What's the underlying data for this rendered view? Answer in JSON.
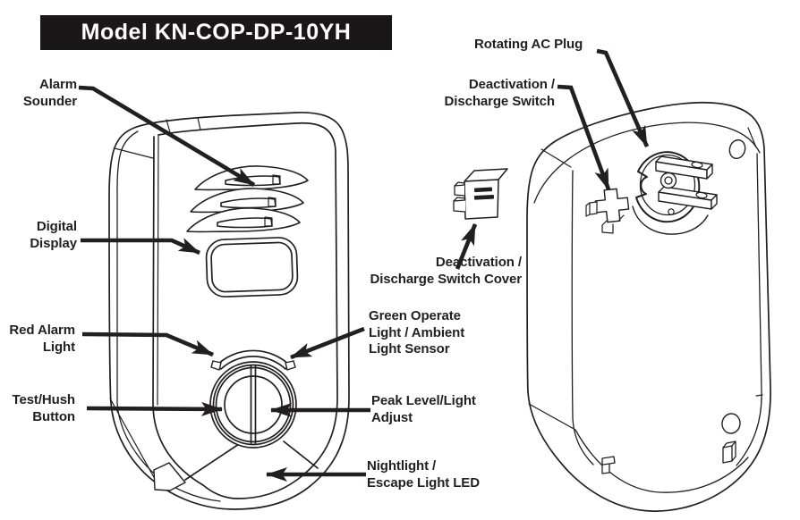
{
  "title": "Model KN-COP-DP-10YH",
  "colors": {
    "ink": "#231f20",
    "title_bg": "#1b1718",
    "title_text": "#ffffff",
    "background": "#ffffff"
  },
  "labels": {
    "alarm_sounder": "Alarm\nSounder",
    "digital_display": "Digital\nDisplay",
    "red_alarm_light": "Red Alarm\nLight",
    "test_hush_button": "Test/Hush\nButton",
    "rotating_ac_plug": "Rotating AC Plug",
    "deactivation_discharge_switch": "Deactivation /\nDischarge Switch",
    "deactivation_discharge_switch_cover": "Deactivation /\nDischarge Switch Cover",
    "green_operate_light": "Green Operate\nLight / Ambient\nLight Sensor",
    "peak_level_light_adjust": "Peak Level/Light\nAdjust",
    "nightlight_escape_led": "Nightlight /\nEscape Light LED"
  }
}
